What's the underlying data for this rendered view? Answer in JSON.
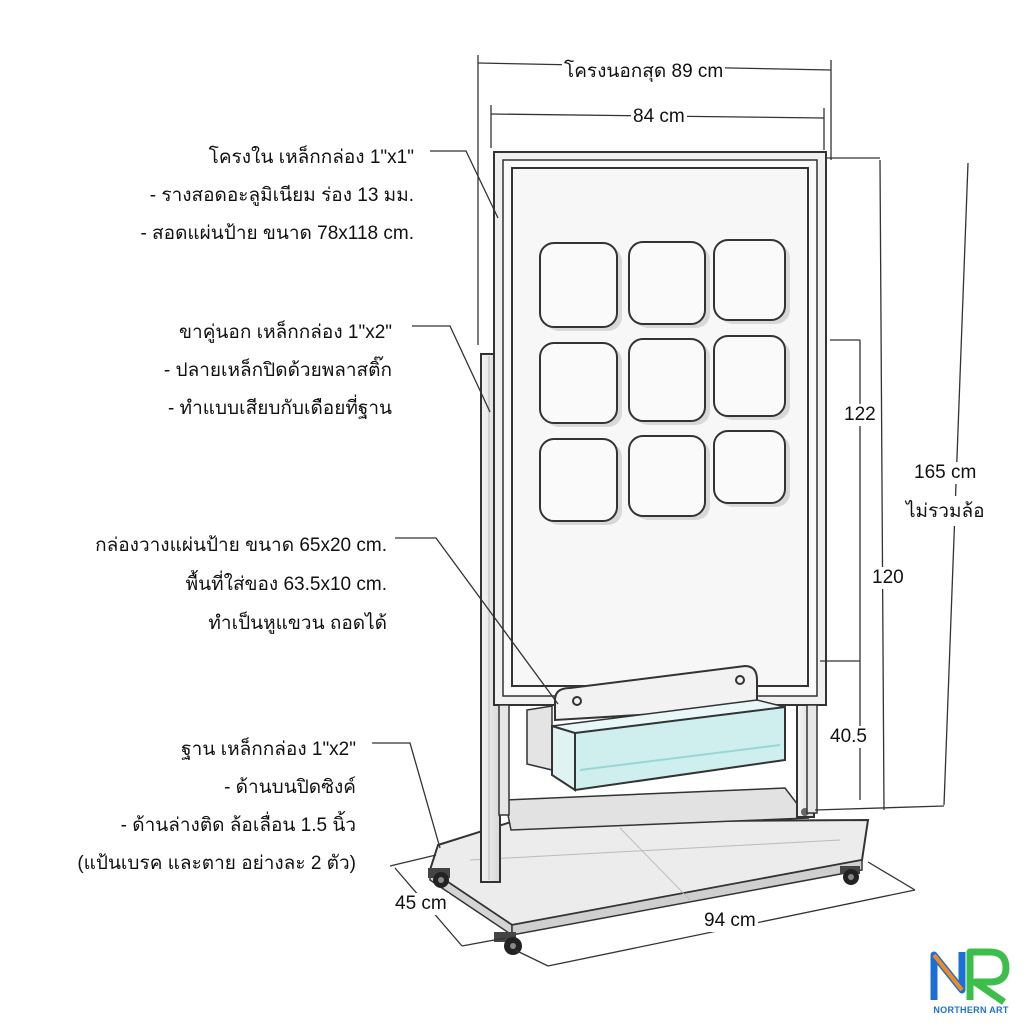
{
  "dimensions": {
    "outer_width": "โครงนอกสุด 89 cm",
    "inner_width": "84 cm",
    "frame_height": "122",
    "board_height": "120",
    "tray_height": "40.5",
    "total_height_line1": "165 cm",
    "total_height_line2": "ไม่รวมล้อ",
    "base_depth": "45 cm",
    "base_width": "94 cm"
  },
  "annotations": {
    "inner_frame": {
      "line1": "โครงใน เหล็กกล่อง 1\"x1\"",
      "line2": "- รางสอดอะลูมิเนียม ร่อง 13 มม.",
      "line3": "- สอดแผ่นป้าย ขนาด 78x118 cm."
    },
    "outer_legs": {
      "line1": "ขาคู่นอก เหล็กกล่อง 1\"x2\"",
      "line2": "- ปลายเหล็กปิดด้วยพลาสติ๊ก",
      "line3": "- ทำแบบเสียบกับเดือยที่ฐาน"
    },
    "tray": {
      "line1": "กล่องวางแผ่นป้าย ขนาด 65x20 cm.",
      "line2": "พื้นที่ใส่ของ 63.5x10 cm.",
      "line3": "ทำเป็นหูแขวน ถอดได้"
    },
    "base": {
      "line1": "ฐาน เหล็กกล่อง 1\"x2\"",
      "line2": "- ด้านบนปิดซิงค์",
      "line3": "- ด้านล่างติด ล้อเลื่อน 1.5 นิ้ว",
      "line4": "(แป้นเบรค และตาย อย่างละ 2 ตัว)"
    }
  },
  "logo": {
    "text": "NORTHERN ART"
  },
  "colors": {
    "logo_blue": "#1c6fd6",
    "logo_orange": "#f28b1a",
    "logo_green": "#3cbf4a",
    "glass": "#cfeeee"
  }
}
